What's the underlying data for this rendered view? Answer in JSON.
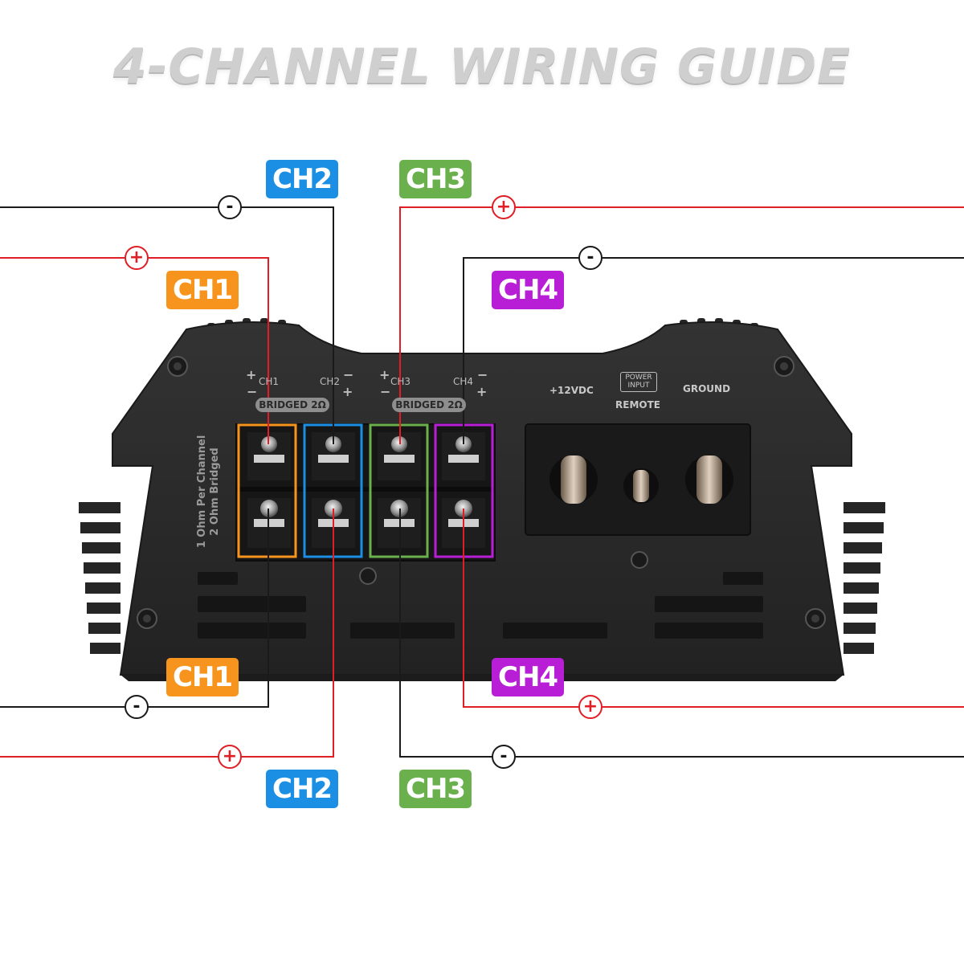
{
  "title": "4-CHANNEL WIRING GUIDE",
  "colors": {
    "ch1": "#f7941d",
    "ch2": "#1a8fe3",
    "ch3": "#6ab04c",
    "ch4": "#b81ed6",
    "positive_wire": "#e01e26",
    "negative_wire": "#1a1a1a",
    "amp_body": "#2b2b2b"
  },
  "channel_badges": {
    "top_ch2": "CH2",
    "top_ch3": "CH3",
    "top_ch1": "CH1",
    "top_ch4": "CH4",
    "bottom_ch1": "CH1",
    "bottom_ch4": "CH4",
    "bottom_ch2": "CH2",
    "bottom_ch3": "CH3"
  },
  "polarity": {
    "positive": "+",
    "negative": "-"
  },
  "amplifier": {
    "terminal_labels": [
      "CH1",
      "CH2",
      "CH3",
      "CH4"
    ],
    "bridged_label": "BRIDGED 2Ω",
    "power_labels": {
      "v12": "+12VDC",
      "power_input": "POWER INPUT",
      "remote": "REMOTE",
      "ground": "GROUND"
    },
    "impedance_note": {
      "line1": "1 Ohm Per Channel",
      "line2": "2 Ohm Bridged"
    }
  }
}
